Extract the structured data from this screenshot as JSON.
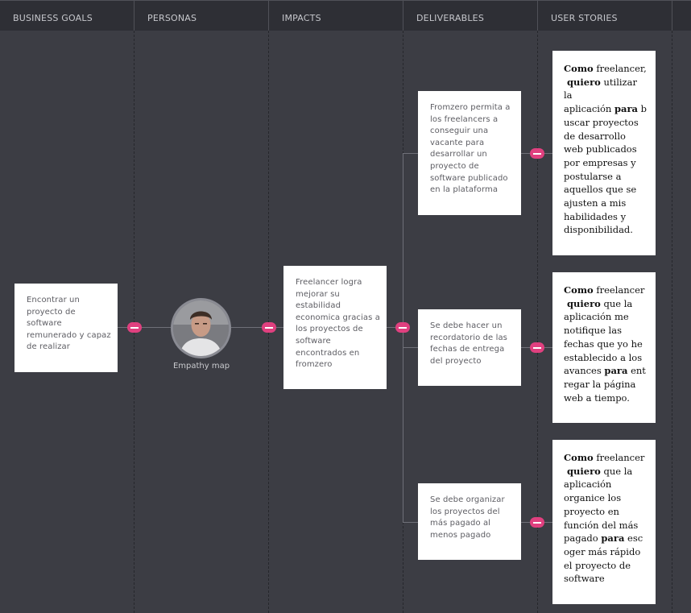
{
  "columns": [
    "BUSINESS GOALS",
    "PERSONAS",
    "IMPACTS",
    "DELIVERABLES",
    "USER STORIES"
  ],
  "business_goal": {
    "lines": [
      "Encontrar un",
      "proyecto de",
      "software",
      "remunerado y capaz",
      "de realizar"
    ]
  },
  "persona": {
    "label": "Empathy map",
    "icon": "person-photo-icon"
  },
  "impact": {
    "lines": [
      "Freelancer logra",
      "mejorar su",
      "estabilidad",
      "economica gracias a",
      "los proyectos de",
      "software",
      "encontrados en",
      "fromzero"
    ]
  },
  "deliverables": [
    {
      "lines": [
        "Fromzero permita a",
        "los freelancers a",
        "conseguir una",
        "vacante para",
        "desarrollar un",
        "proyecto de",
        "software publicado",
        "en la plataforma"
      ]
    },
    {
      "lines": [
        "Se debe hacer un",
        "recordatorio de las",
        "fechas de entrega",
        "del proyecto"
      ]
    },
    {
      "lines": [
        "Se debe organizar",
        "los proyectos del",
        "más pagado al",
        "menos pagado"
      ]
    }
  ],
  "user_stories": [
    {
      "lines": [
        [
          {
            "t": "Como",
            "b": true
          },
          {
            "t": " freelancer,",
            "b": false
          }
        ],
        [
          {
            "t": " quiero",
            "b": true
          },
          {
            "t": " utilizar",
            "b": false
          }
        ],
        [
          {
            "t": "la",
            "b": false
          }
        ],
        [
          {
            "t": "aplicación ",
            "b": false
          },
          {
            "t": "para",
            "b": true
          },
          {
            "t": " b",
            "b": false
          }
        ],
        [
          {
            "t": "uscar proyectos",
            "b": false
          }
        ],
        [
          {
            "t": "de desarrollo",
            "b": false
          }
        ],
        [
          {
            "t": "web publicados",
            "b": false
          }
        ],
        [
          {
            "t": "por empresas y",
            "b": false
          }
        ],
        [
          {
            "t": "postularse a",
            "b": false
          }
        ],
        [
          {
            "t": "aquellos que se",
            "b": false
          }
        ],
        [
          {
            "t": "ajusten a mis",
            "b": false
          }
        ],
        [
          {
            "t": "habilidades y",
            "b": false
          }
        ],
        [
          {
            "t": "disponibilidad.",
            "b": false
          }
        ]
      ]
    },
    {
      "lines": [
        [
          {
            "t": "Como",
            "b": true
          },
          {
            "t": " freelancer",
            "b": false
          }
        ],
        [
          {
            "t": " quiero",
            "b": true
          },
          {
            "t": " que la",
            "b": false
          }
        ],
        [
          {
            "t": "aplicación me",
            "b": false
          }
        ],
        [
          {
            "t": "notifique las",
            "b": false
          }
        ],
        [
          {
            "t": "fechas que yo he",
            "b": false
          }
        ],
        [
          {
            "t": "establecido a los",
            "b": false
          }
        ],
        [
          {
            "t": "avances ",
            "b": false
          },
          {
            "t": "para",
            "b": true
          },
          {
            "t": " ent",
            "b": false
          }
        ],
        [
          {
            "t": "regar la página",
            "b": false
          }
        ],
        [
          {
            "t": "web a tiempo.",
            "b": false
          }
        ]
      ]
    },
    {
      "lines": [
        [
          {
            "t": "Como",
            "b": true
          },
          {
            "t": " freelancer",
            "b": false
          }
        ],
        [
          {
            "t": " quiero",
            "b": true
          },
          {
            "t": " que la",
            "b": false
          }
        ],
        [
          {
            "t": "aplicación",
            "b": false
          }
        ],
        [
          {
            "t": "organice los",
            "b": false
          }
        ],
        [
          {
            "t": "proyecto en",
            "b": false
          }
        ],
        [
          {
            "t": "función del más",
            "b": false
          }
        ],
        [
          {
            "t": "pagado ",
            "b": false
          },
          {
            "t": "para",
            "b": true
          },
          {
            "t": " esc",
            "b": false
          }
        ],
        [
          {
            "t": "oger más rápido",
            "b": false
          }
        ],
        [
          {
            "t": "el proyecto de",
            "b": false
          }
        ],
        [
          {
            "t": "software",
            "b": false
          }
        ]
      ]
    }
  ],
  "colors": {
    "background": "#3c3d44",
    "header": "#2e2f35",
    "toggle": "#e0407f",
    "card": "#ffffff"
  }
}
